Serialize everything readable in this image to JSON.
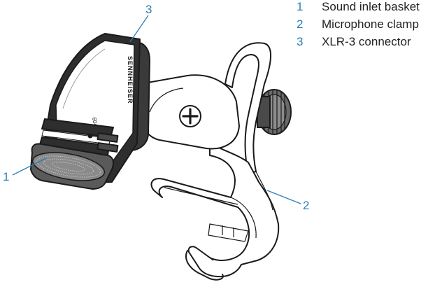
{
  "callouts": [
    {
      "number": "1"
    },
    {
      "number": "2"
    },
    {
      "number": "3"
    }
  ],
  "legend": [
    {
      "number": "1",
      "label": "Sound inlet basket"
    },
    {
      "number": "2",
      "label": "Microphone clamp"
    },
    {
      "number": "3",
      "label": "XLR-3 connector"
    }
  ],
  "product_markings": {
    "brand": "SENNHEISER",
    "model": "604"
  },
  "colors": {
    "callout": "#2b7fb6",
    "ink": "#1a1a1a",
    "mic_body": "#2e2e2e",
    "text": "#222222"
  }
}
